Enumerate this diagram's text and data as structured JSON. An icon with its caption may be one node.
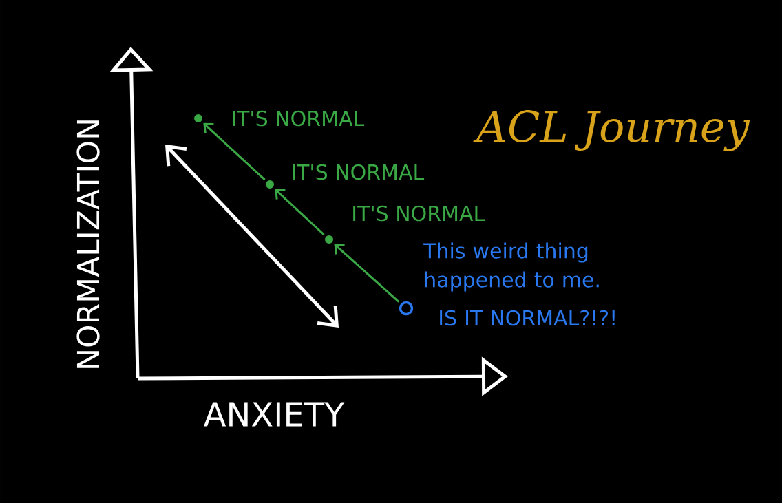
{
  "diagram": {
    "title": "ACL Journey",
    "nodes": [
      {
        "text": [],
        "shape": "circle",
        "beside": [
          "IT'S NORMAL"
        ]
      },
      {
        "text": [],
        "shape": "circle",
        "beside": [
          "IT'S NORMAL"
        ]
      },
      {
        "text": [],
        "shape": "circle",
        "beside": [
          "IT'S NORMAL"
        ]
      },
      {
        "text": [],
        "shape": "circle",
        "beside": [
          "This weird thing happened to me.",
          "IS IT NORMAL?!?!"
        ]
      }
    ],
    "edges": [
      {
        "from": 3,
        "to": 2,
        "arrow": "to"
      },
      {
        "from": 2,
        "to": 1,
        "arrow": "to"
      },
      {
        "from": 1,
        "to": 0,
        "arrow": "to"
      }
    ],
    "labels": [
      "NORMALIZATION",
      "ANXIETY"
    ]
  }
}
